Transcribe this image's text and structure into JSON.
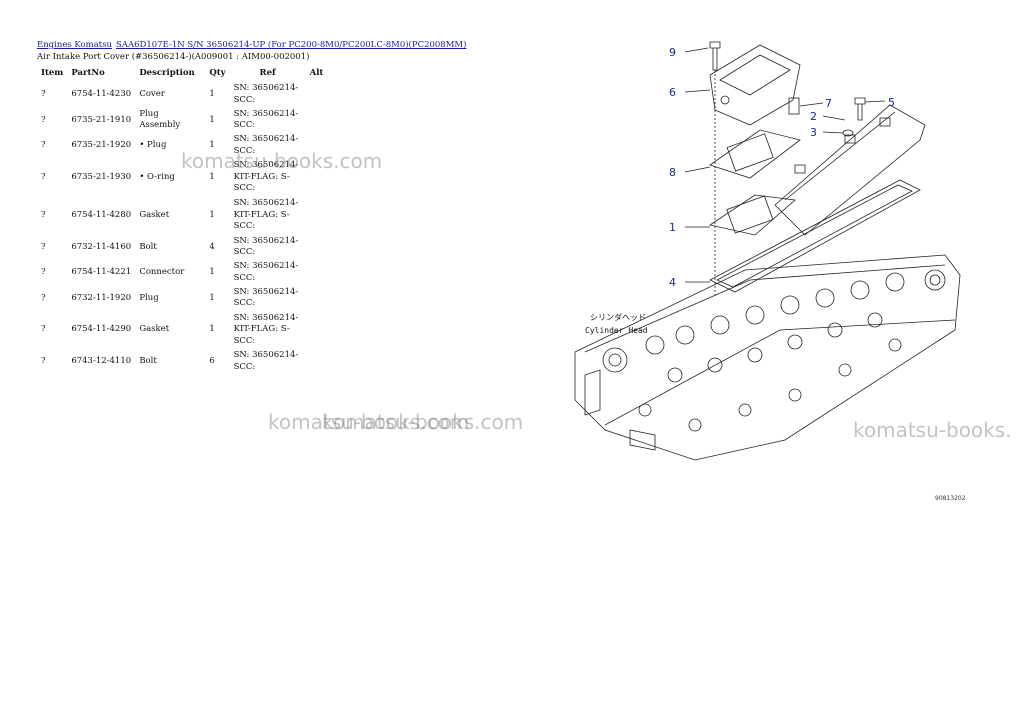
{
  "breadcrumb": {
    "root": "Engines Komatsu",
    "model": "SAA6D107E-1N S/N 36506214-UP (For PC200-8M0/PC200LC-8M0)(PC2008MM)"
  },
  "subtitle": "Air Intake Port Cover (#36506214-)(A009001 : AIM00-002001)",
  "table": {
    "headers": {
      "item": "Item",
      "partno": "PartNo",
      "description": "Description",
      "qty": "Qty",
      "ref": "Ref",
      "alt": "Alt"
    },
    "rows": [
      {
        "item": "?",
        "partno": "6754-11-4230",
        "description": "Cover",
        "qty": "1",
        "ref": "SN: 36506214-SCC:"
      },
      {
        "item": "?",
        "partno": "6735-21-1910",
        "description": "Plug Assembly",
        "qty": "1",
        "ref": "SN: 36506214-SCC:"
      },
      {
        "item": "?",
        "partno": "6735-21-1920",
        "description": "• Plug",
        "qty": "1",
        "ref": "SN: 36506214-SCC:"
      },
      {
        "item": "?",
        "partno": "6735-21-1930",
        "description": "• O-ring",
        "qty": "1",
        "ref": "SN: 36506214-KIT-FLAG: S-SCC:"
      },
      {
        "item": "?",
        "partno": "6754-11-4280",
        "description": "Gasket",
        "qty": "1",
        "ref": "SN: 36506214-KIT-FLAG: S-SCC:"
      },
      {
        "item": "?",
        "partno": "6732-11-4160",
        "description": "Bolt",
        "qty": "4",
        "ref": "SN: 36506214-SCC:"
      },
      {
        "item": "?",
        "partno": "6754-11-4221",
        "description": "Connector",
        "qty": "1",
        "ref": "SN: 36506214-SCC:"
      },
      {
        "item": "?",
        "partno": "6732-11-1920",
        "description": "Plug",
        "qty": "1",
        "ref": "SN: 36506214-SCC:"
      },
      {
        "item": "?",
        "partno": "6754-11-4290",
        "description": "Gasket",
        "qty": "1",
        "ref": "SN: 36506214-KIT-FLAG: S-SCC:"
      },
      {
        "item": "?",
        "partno": "6743-12-4110",
        "description": "Bolt",
        "qty": "6",
        "ref": "SN: 36506214-SCC:"
      }
    ]
  },
  "watermarks": {
    "w1": "komatsu-books.com",
    "w2": "komatsu-books.com",
    "w3": "komatsu-books.com",
    "w4": "komatsu-books."
  },
  "diagram": {
    "callouts": {
      "c9": "9",
      "c6": "6",
      "c7": "7",
      "c2": "2",
      "c5": "5",
      "c3": "3",
      "c8": "8",
      "c1": "1",
      "c4": "4"
    },
    "cylinder_head_jp": "シリンダヘッド",
    "cylinder_head_en": "Cylinder Head",
    "figure_code": "90813202"
  },
  "colors": {
    "link": "#1a1aa6",
    "callout": "#1a2a8a"
  }
}
